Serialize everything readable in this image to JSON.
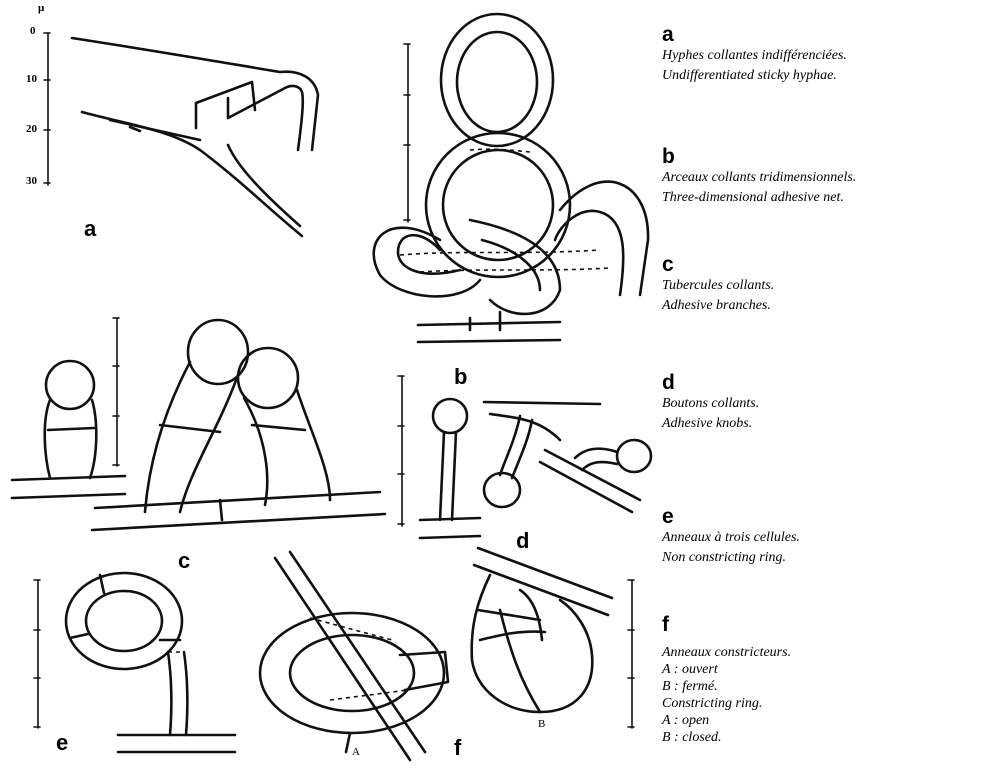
{
  "scale": {
    "unit": "μ",
    "ticks": [
      "0",
      "10",
      "20",
      "30"
    ]
  },
  "panel_labels": {
    "a": "a",
    "b": "b",
    "c": "c",
    "d": "d",
    "e": "e",
    "f": "f",
    "sub_A": "A",
    "sub_B": "B"
  },
  "legend": [
    {
      "letter": "a",
      "lines": [
        "Hyphes collantes indifférenciées.",
        "Undifferentiated sticky hyphae."
      ]
    },
    {
      "letter": "b",
      "lines": [
        "Arceaux collants tridimensionnels.",
        "Three-dimensional adhesive net."
      ]
    },
    {
      "letter": "c",
      "lines": [
        "Tubercules collants.",
        "Adhesive branches."
      ]
    },
    {
      "letter": "d",
      "lines": [
        "Boutons collants.",
        "Adhesive knobs."
      ]
    },
    {
      "letter": "e",
      "lines": [
        "Anneaux à trois cellules.",
        "Non constricting ring."
      ]
    },
    {
      "letter": "f",
      "lines": [
        "Anneaux constricteurs.",
        "A : ouvert",
        "B : fermé.",
        "Constricting ring.",
        "A : open",
        "B : closed."
      ]
    }
  ]
}
